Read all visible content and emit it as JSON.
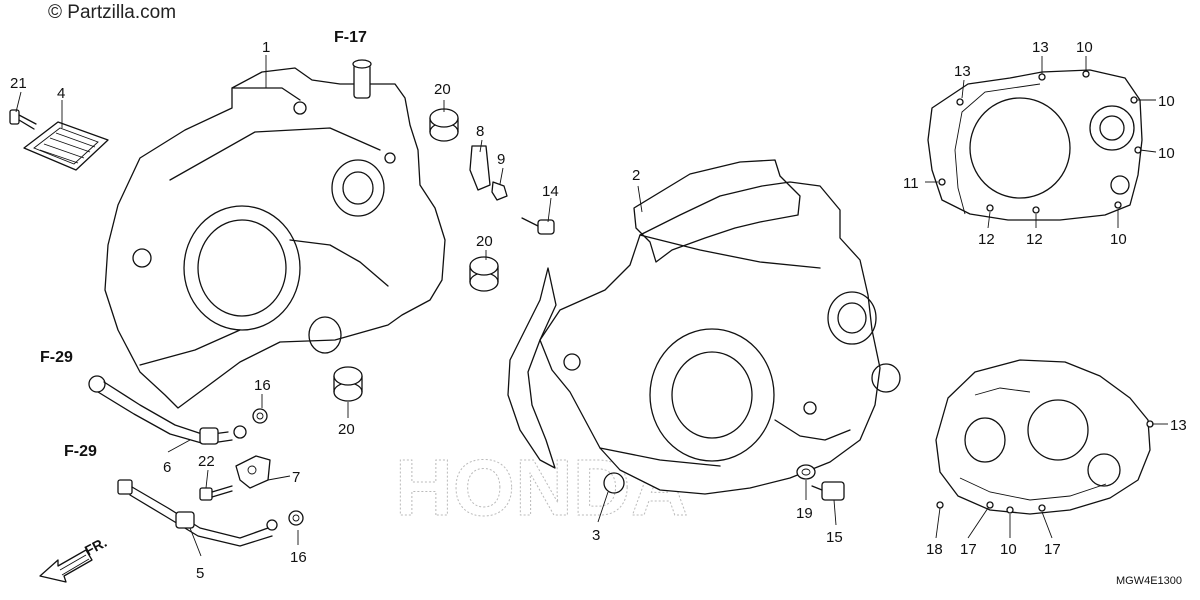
{
  "watermark": "© Partzilla.com",
  "diagram_code": "MGW4E1300",
  "direction_label": "FR.",
  "background_mark": "HONDA",
  "references": {
    "f17": "F-17",
    "f29_top": "F-29",
    "f29_bottom": "F-29"
  },
  "callouts": {
    "c1": "1",
    "c2": "2",
    "c3": "3",
    "c4": "4",
    "c5": "5",
    "c6": "6",
    "c7": "7",
    "c8": "8",
    "c9": "9",
    "c14": "14",
    "c15": "15",
    "c16a": "16",
    "c16b": "16",
    "c19": "19",
    "c20a": "20",
    "c20b": "20",
    "c20c": "20",
    "c21": "21",
    "c22": "22",
    "r13a": "13",
    "r13b": "13",
    "r10a": "10",
    "r10b": "10",
    "r10c": "10",
    "r10d": "10",
    "r11": "11",
    "r12a": "12",
    "r12b": "12",
    "r13c": "13",
    "r18": "18",
    "r17a": "17",
    "r10e": "10",
    "r17b": "17"
  }
}
